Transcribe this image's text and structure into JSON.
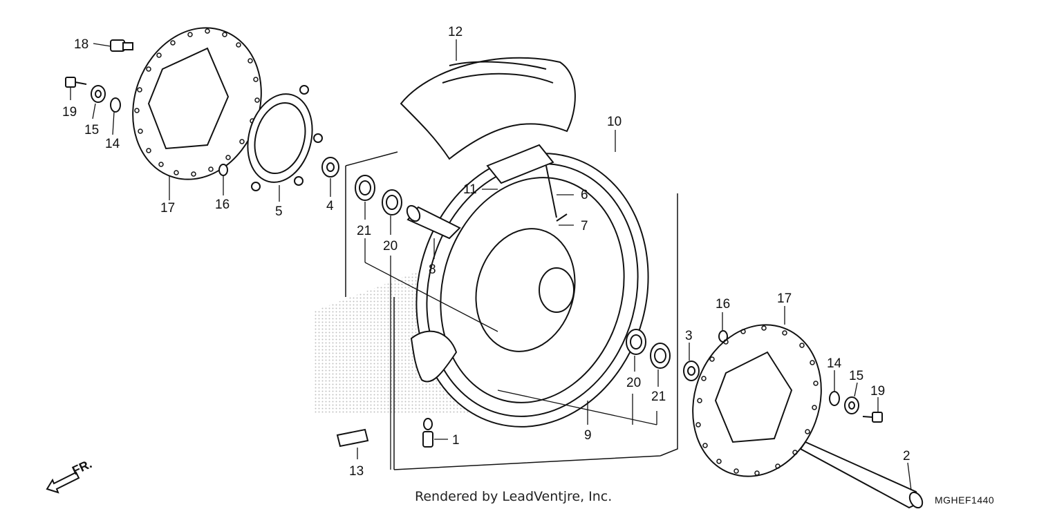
{
  "diagram": {
    "callouts": {
      "c1": "1",
      "c2": "2",
      "c3": "3",
      "c4": "4",
      "c5": "5",
      "c6": "6",
      "c7": "7",
      "c8": "8",
      "c9": "9",
      "c10": "10",
      "c11": "11",
      "c12": "12",
      "c13": "13",
      "c14a": "14",
      "c14b": "14",
      "c15a": "15",
      "c15b": "15",
      "c16a": "16",
      "c16b": "16",
      "c17a": "17",
      "c17b": "17",
      "c18": "18",
      "c19a": "19",
      "c19b": "19",
      "c20a": "20",
      "c20b": "20",
      "c21a": "21",
      "c21b": "21"
    },
    "direction_label": "FR.",
    "footer_credit": "Rendered by LeadVentjre, Inc.",
    "diagram_code": "MGHEF1440"
  },
  "colors": {
    "line": "#111111",
    "fill": "#ffffff",
    "watermark": "#bdbdbd"
  }
}
